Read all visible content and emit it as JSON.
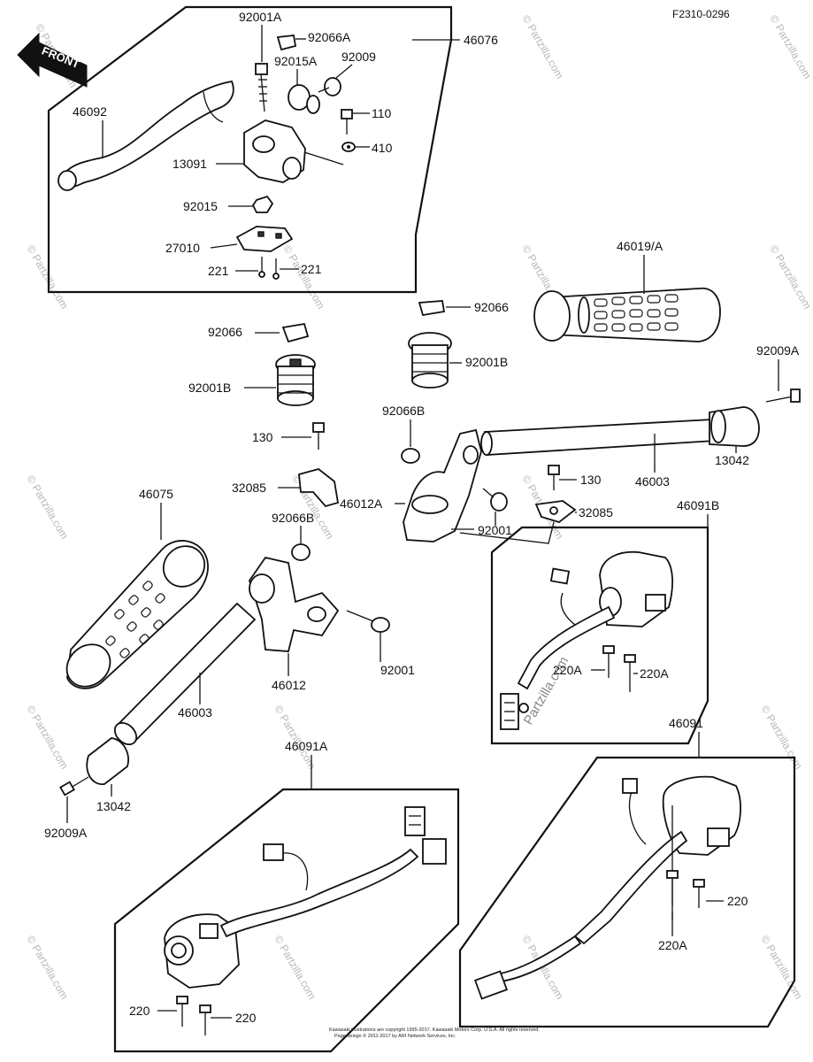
{
  "diagram": {
    "code": "F2310-0296",
    "front_label": "FRONT",
    "watermark": "© Partzilla.com",
    "watermark_center": "Partzilla.com",
    "copyright_line1": "Kawasaki illustrations are copyright 1995-2017. Kawasaki Motors Corp. U.S.A. All rights reserved.",
    "copyright_line2": "Page design © 2011-2017 by ARI Network Services, Inc.",
    "labels": {
      "p92001A": "92001A",
      "p92066A": "92066A",
      "p46076": "46076",
      "p92015A": "92015A",
      "p92009": "92009",
      "p46092": "46092",
      "p110": "110",
      "p410": "410",
      "p13091": "13091",
      "p92015": "92015",
      "p27010": "27010",
      "p221a": "221",
      "p221b": "221",
      "p46019A": "46019/A",
      "p92066r": "92066",
      "p92001Br": "92001B",
      "p92009A_top": "92009A",
      "p92066l": "92066",
      "p92001Bl": "92001B",
      "p92066B_top": "92066B",
      "p130l": "130",
      "p32085l": "32085",
      "p46012A": "46012A",
      "p13042r": "13042",
      "p46003r": "46003",
      "p130r": "130",
      "p32085r": "32085",
      "p46091B": "46091B",
      "p46075": "46075",
      "p92066B_mid": "92066B",
      "p92001_mid": "92001",
      "p220A_a": "220A",
      "p220A_b": "220A",
      "p92001_low": "92001",
      "p46012": "46012",
      "p46003l": "46003",
      "p46091": "46091",
      "p46091A": "46091A",
      "p13042l": "13042",
      "p92009A_low": "92009A",
      "p220r": "220",
      "p220A_c": "220A",
      "p220l_a": "220",
      "p220l_b": "220"
    }
  }
}
